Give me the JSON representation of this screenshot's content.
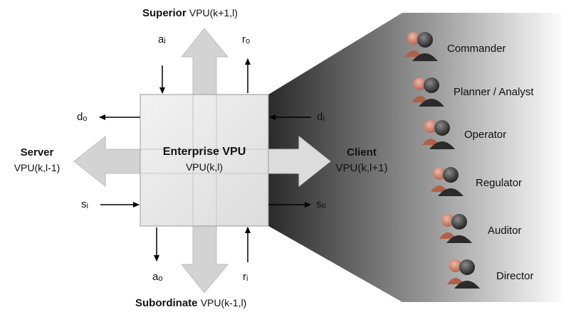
{
  "top": {
    "bold": "Superior",
    "label": "VPU(k+1,l)"
  },
  "bottom": {
    "bold": "Subordinate",
    "label": "VPU(k-1,l)"
  },
  "left": {
    "bold": "Server",
    "label": "VPU(k,l-1)"
  },
  "right": {
    "bold": "Client",
    "label": "VPU(k,l+1)"
  },
  "center": {
    "bold": "Enterprise VPU",
    "label": "VPU(k,l)"
  },
  "signals": {
    "a_i": {
      "base": "a",
      "sub": "i"
    },
    "r_o": {
      "base": "r",
      "sub": "o"
    },
    "d_o": {
      "base": "d",
      "sub": "o"
    },
    "d_i": {
      "base": "d",
      "sub": "i"
    },
    "s_i": {
      "base": "s",
      "sub": "i"
    },
    "s_o": {
      "base": "s",
      "sub": "o"
    },
    "a_o": {
      "base": "a",
      "sub": "o"
    },
    "r_i": {
      "base": "r",
      "sub": "i"
    }
  },
  "roles": [
    "Commander",
    "Planner / Analyst",
    "Operator",
    "Regulator",
    "Auditor",
    "Director"
  ]
}
